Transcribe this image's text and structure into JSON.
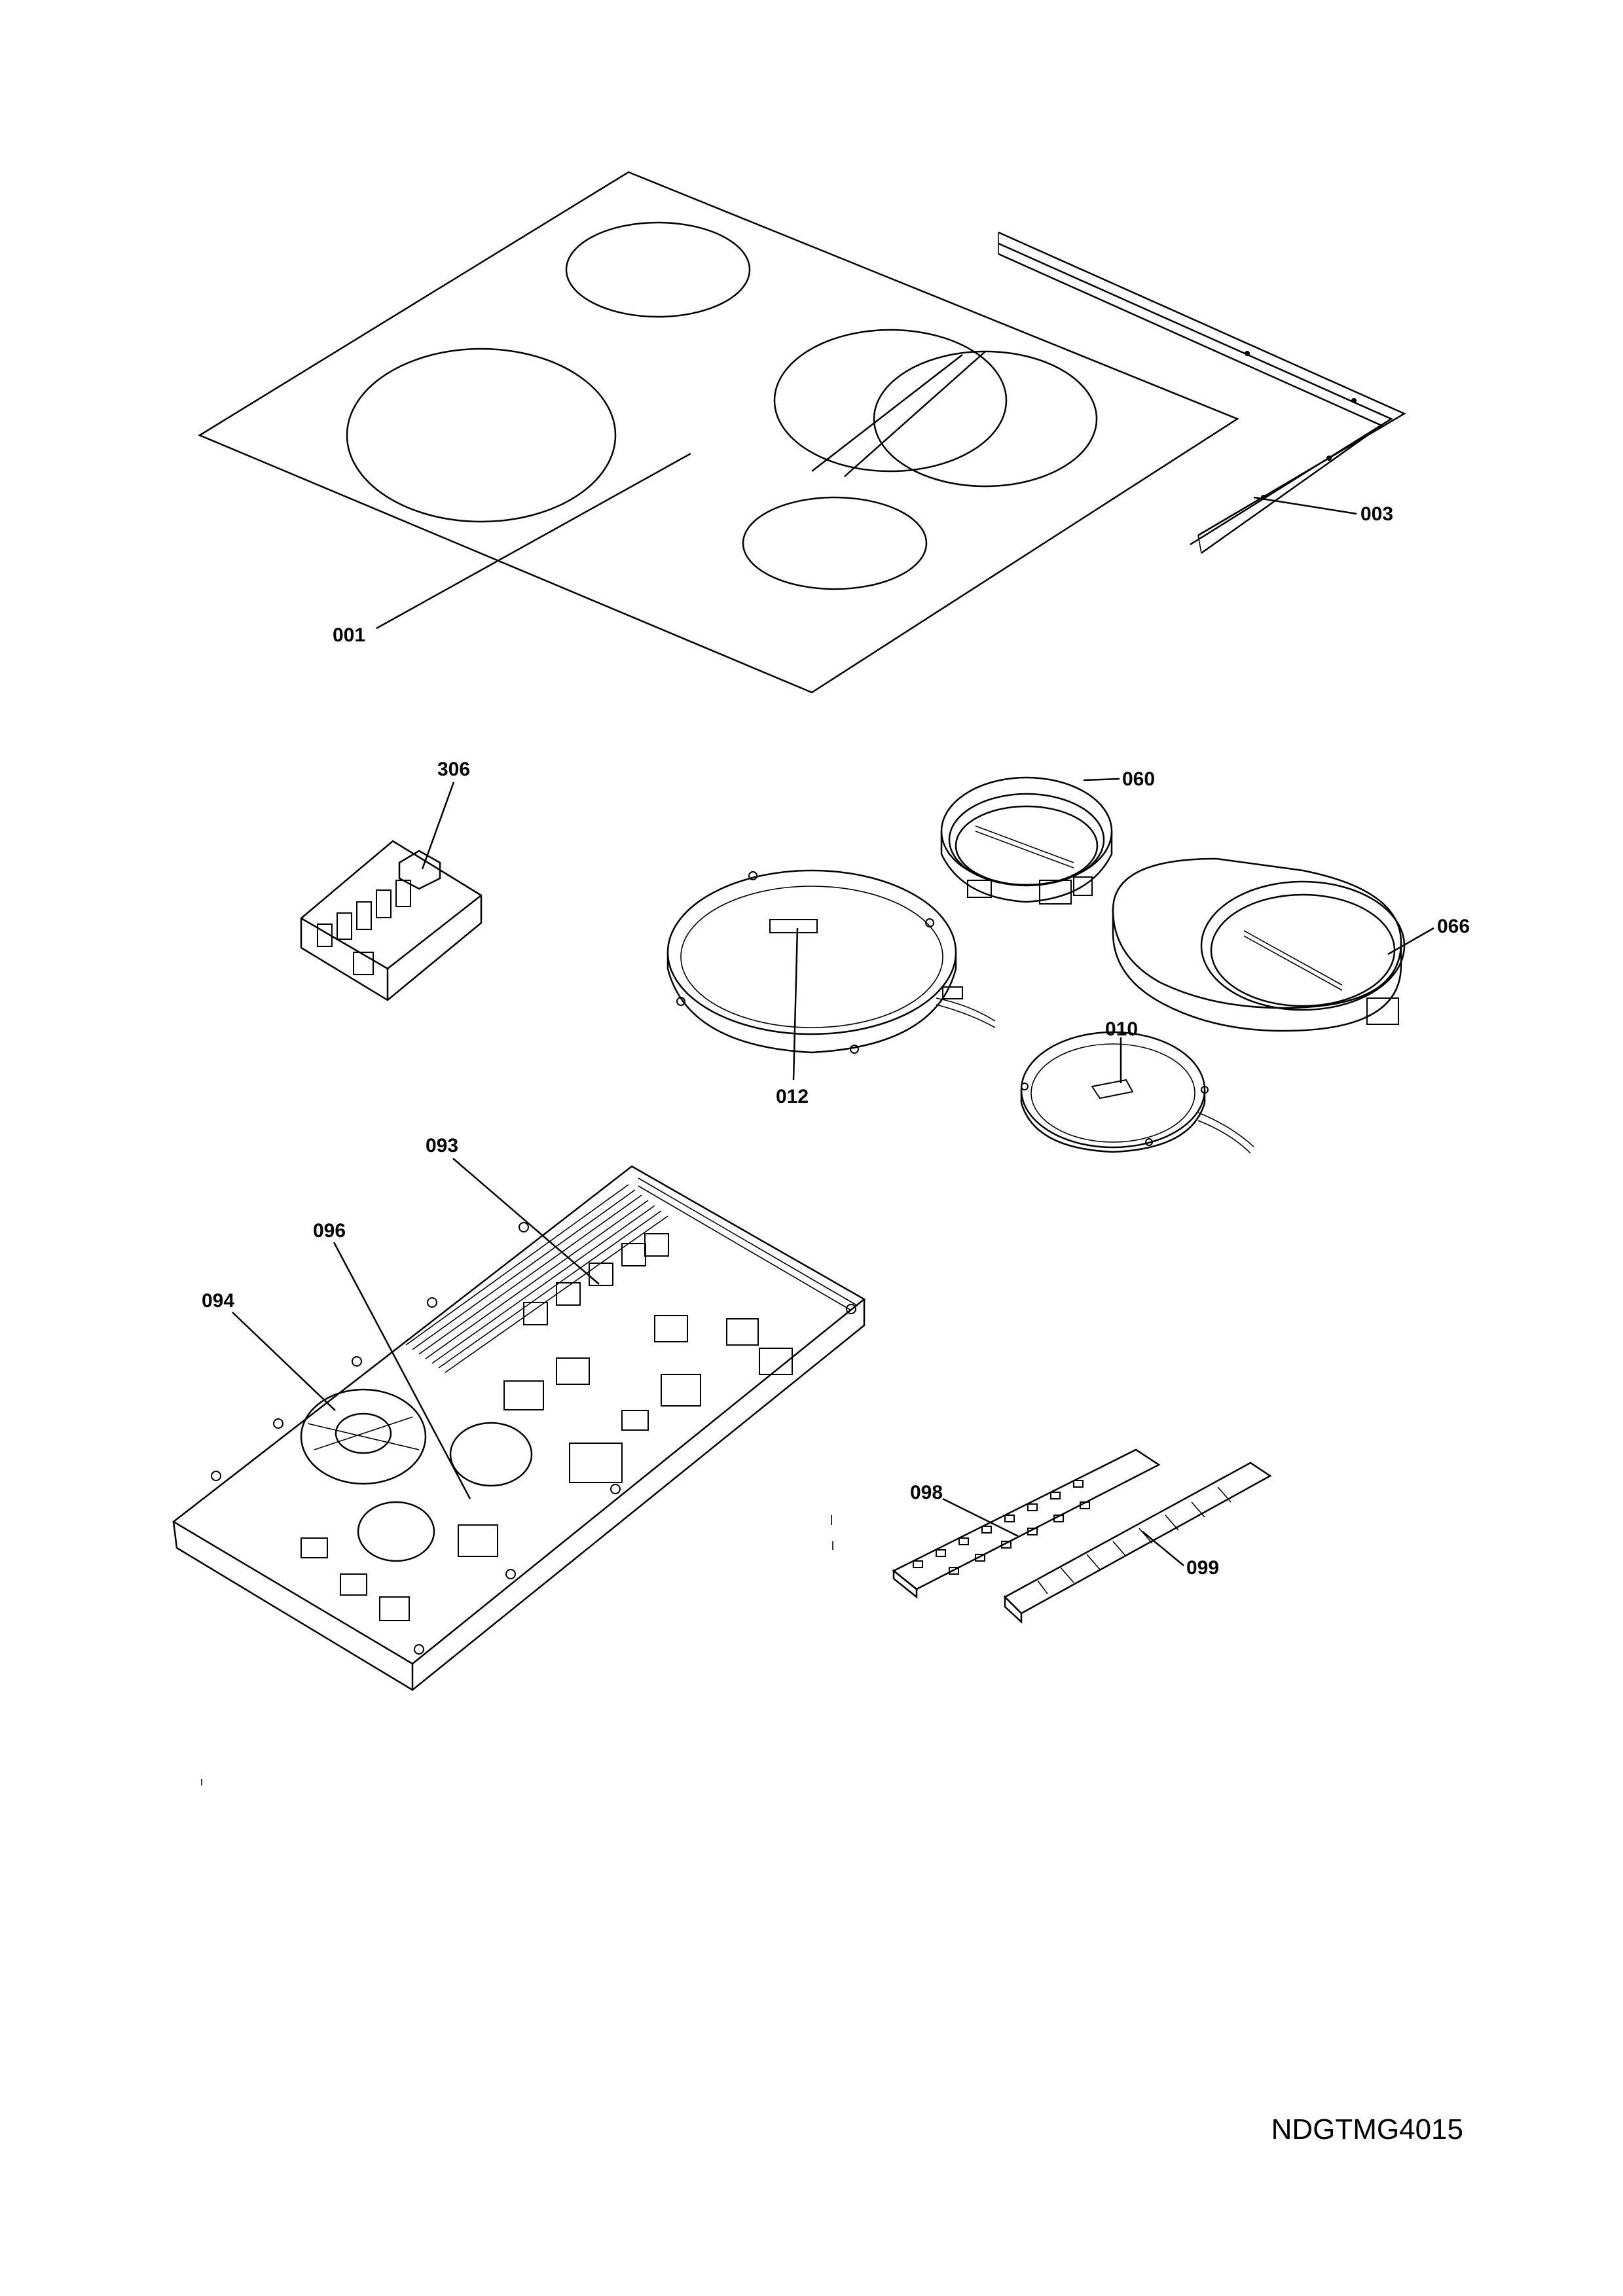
{
  "diagram": {
    "labels": {
      "p001": "001",
      "p003": "003",
      "p306": "306",
      "p060": "060",
      "p066": "066",
      "p012": "012",
      "p010": "010",
      "p093": "093",
      "p096": "096",
      "p094": "094",
      "p098": "098",
      "p099": "099"
    },
    "drawing_code": "NDGTMG4015"
  }
}
